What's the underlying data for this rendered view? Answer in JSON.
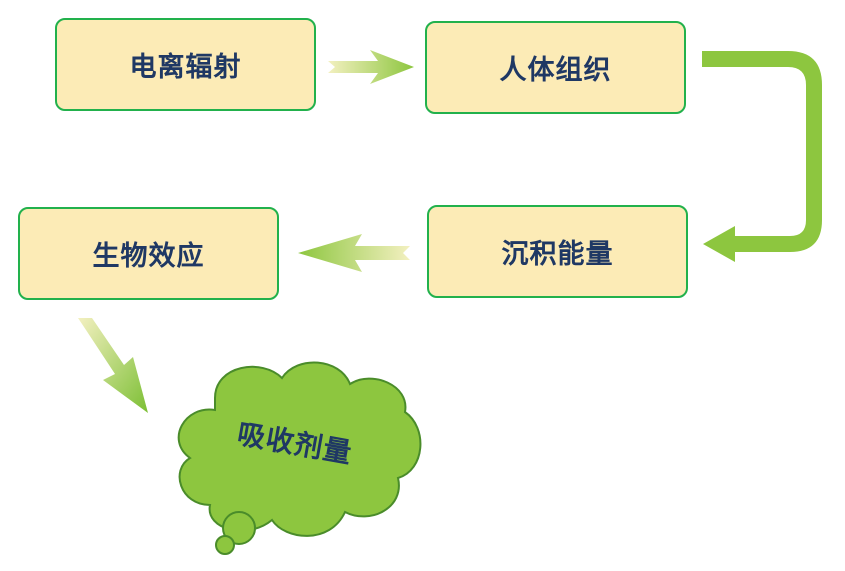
{
  "nodes": {
    "radiation": "电离辐射",
    "tissue": "人体组织",
    "energy": "沉积能量",
    "effect": "生物效应",
    "dose": "吸收剂量"
  },
  "colors": {
    "box_fill": "#fcebb6",
    "box_border": "#22b14c",
    "text": "#1f3864",
    "connector_green": "#8dc63f",
    "cloud_fill": "#8dc63f",
    "cloud_border": "#4a8c2a",
    "arrow_fade": "#f3f0c0"
  }
}
